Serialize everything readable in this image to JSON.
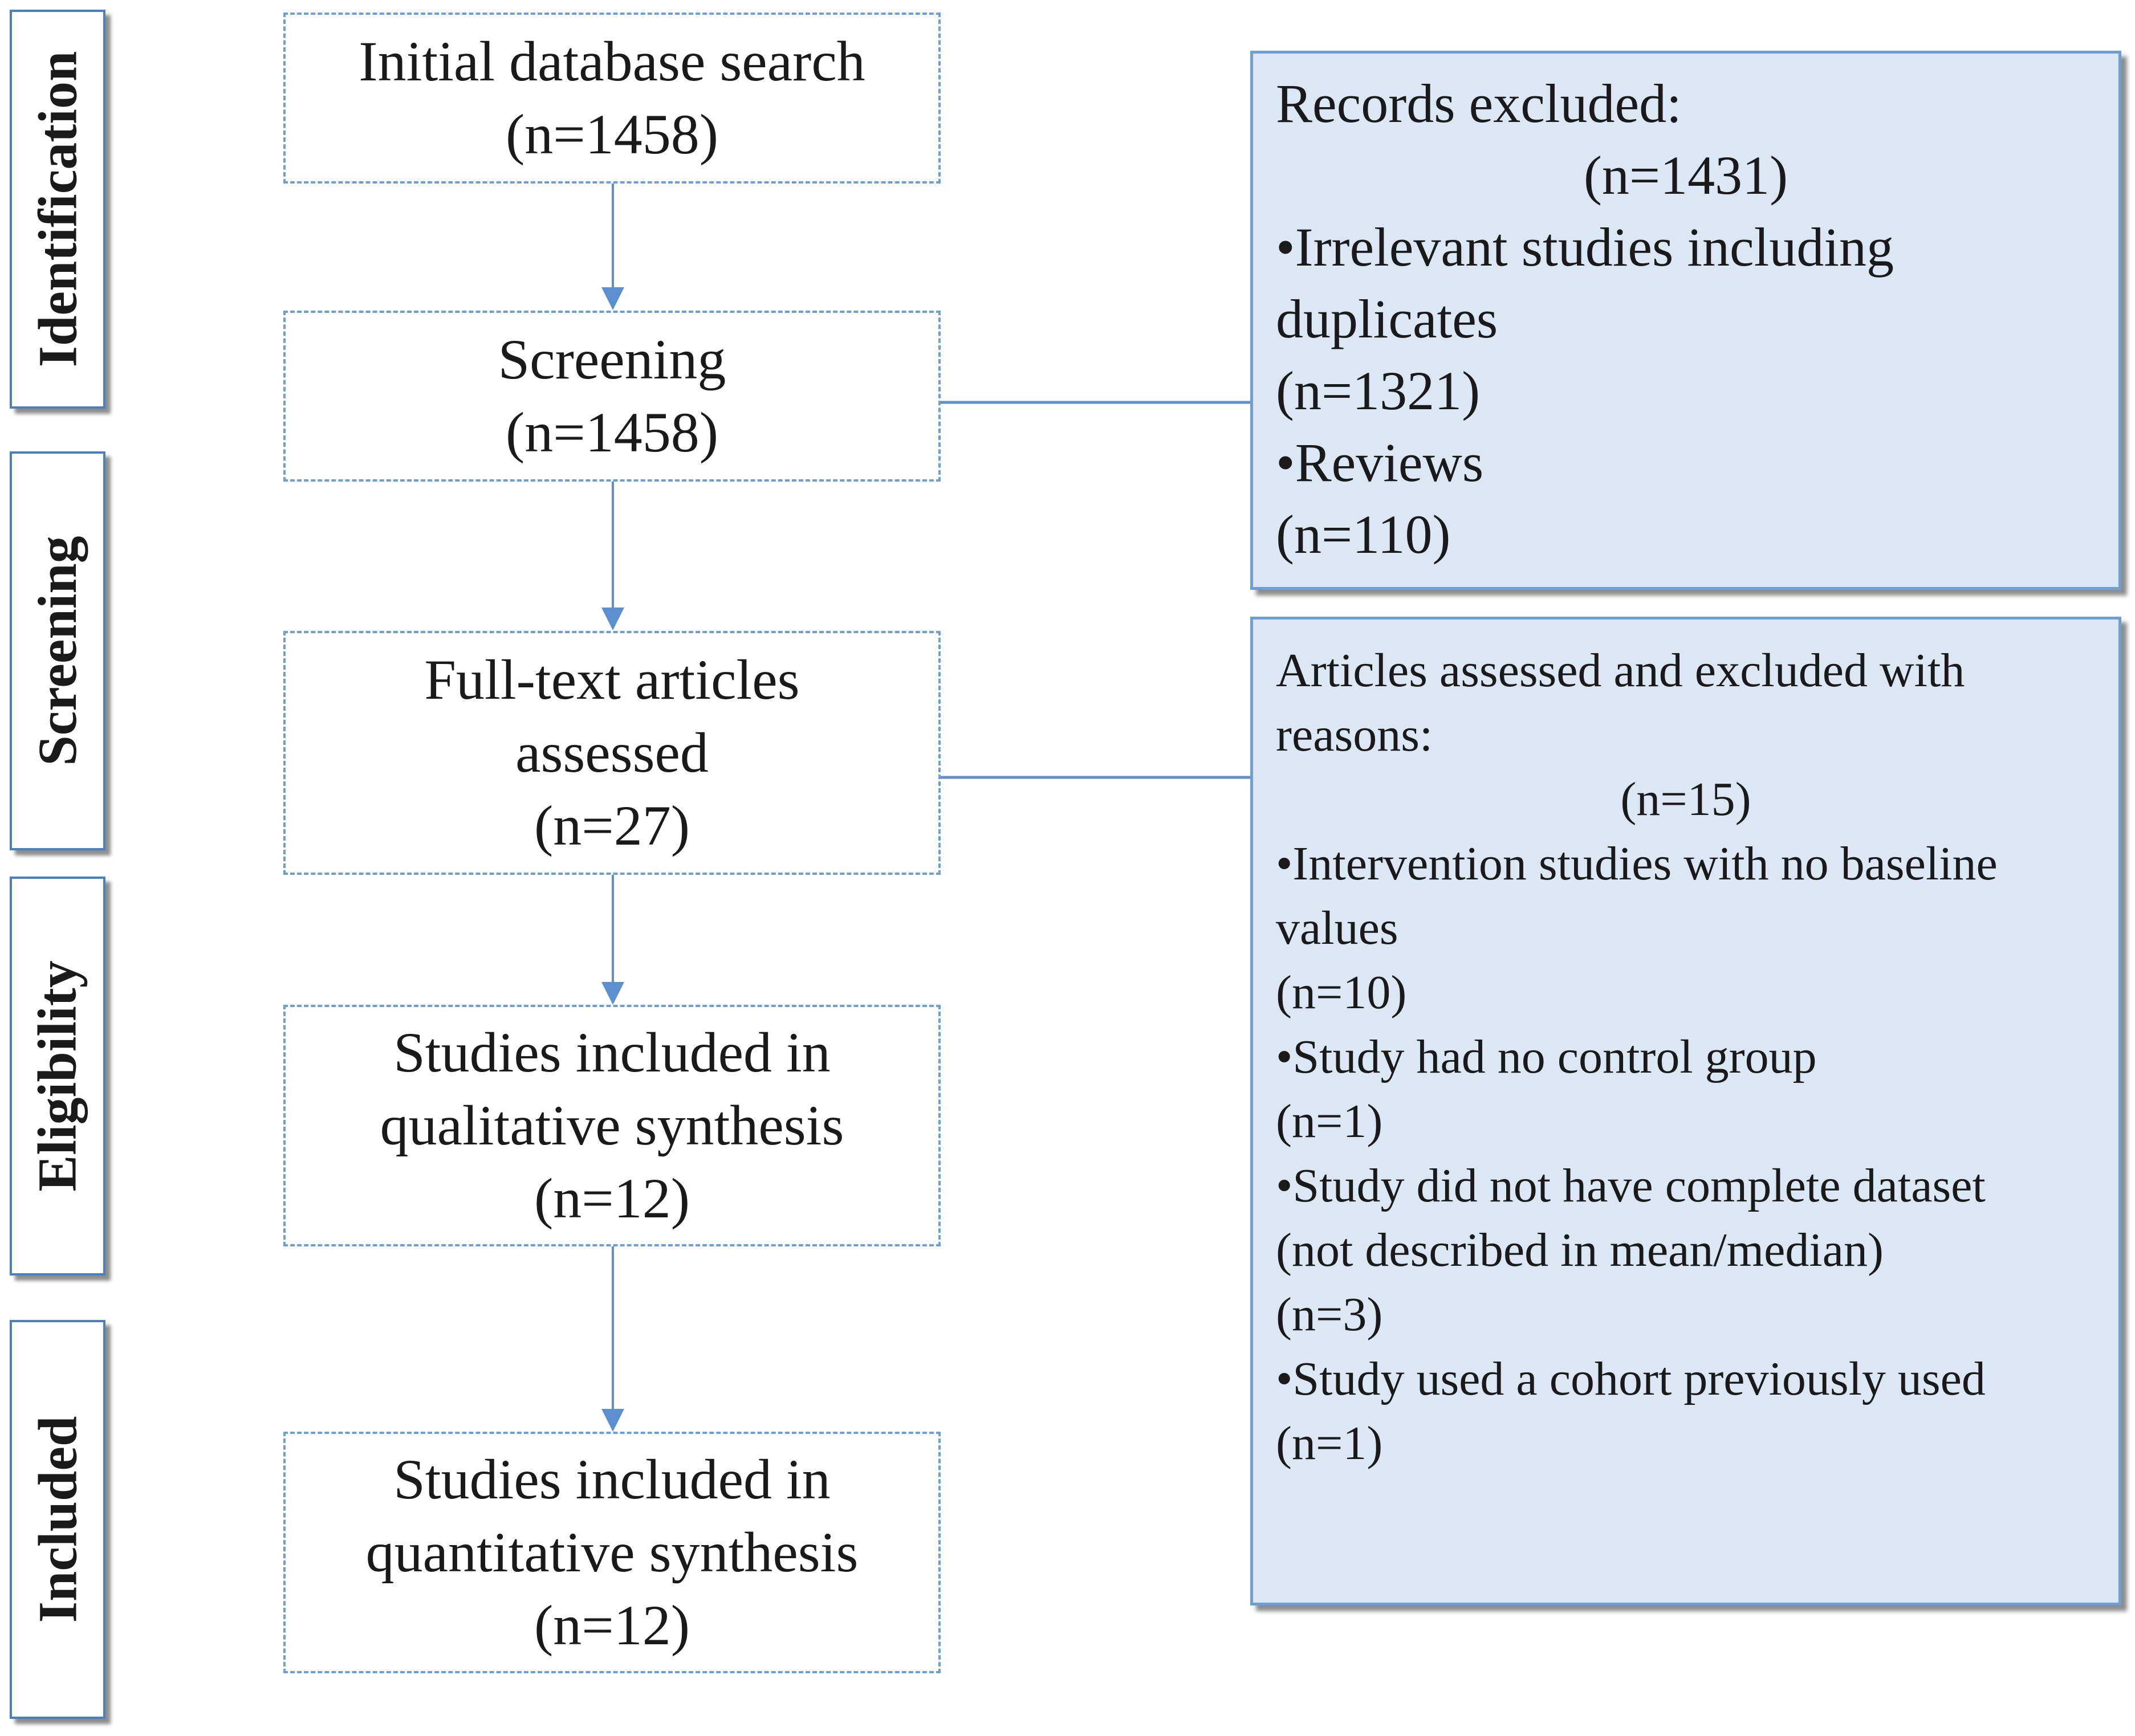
{
  "stages": [
    "Identification",
    "Screening",
    "Eligibility",
    "Included"
  ],
  "flow": {
    "initial_search": {
      "title": "Initial database search",
      "count": "(n=1458)"
    },
    "screening": {
      "title": "Screening",
      "count": "(n=1458)"
    },
    "fulltext": {
      "title_line1": "Full-text articles",
      "title_line2": "assessed",
      "count": "(n=27)"
    },
    "qualitative": {
      "title_line1": "Studies included in",
      "title_line2": "qualitative synthesis",
      "count": "(n=12)"
    },
    "quantitative": {
      "title_line1": "Studies included in",
      "title_line2": "quantitative synthesis",
      "count": "(n=12)"
    }
  },
  "records_excluded": {
    "title": "Records excluded:",
    "count": "(n=1431)",
    "items": [
      {
        "label_line1": "•Irrelevant studies including",
        "label_line2": "duplicates",
        "count": "(n=1321)"
      },
      {
        "label": "•Reviews",
        "count": "(n=110)"
      }
    ]
  },
  "articles_excluded": {
    "title_line1": "Articles assessed and excluded with",
    "title_line2": "reasons:",
    "count": "(n=15)",
    "items": [
      {
        "label_line1": "•Intervention studies with no baseline",
        "label_line2": "values",
        "count": "(n=10)"
      },
      {
        "label": "•Study had no control group",
        "count": "(n=1)"
      },
      {
        "label_line1": "•Study did not have complete dataset",
        "label_line2": "(not described in mean/median)",
        "count": "(n=3)"
      },
      {
        "label": "•Study used a cohort previously used",
        "count": "(n=1)"
      }
    ]
  },
  "colors": {
    "border": "#6e9fd4",
    "stage_border": "#4a7fc1",
    "connector": "#5b8fd0",
    "exclusion_fill": "#dbe7f5"
  }
}
